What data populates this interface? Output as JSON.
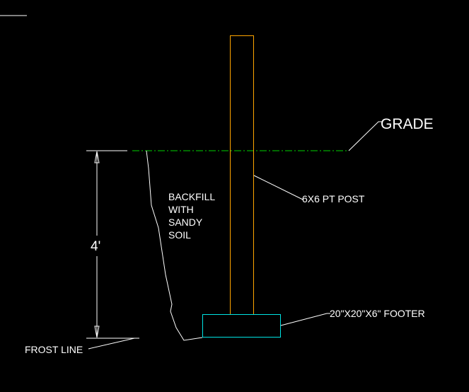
{
  "labels": {
    "grade": "GRADE",
    "post": "6X6 PT POST",
    "backfill": [
      "BACKFILL",
      "WITH",
      "SANDY",
      "SOIL"
    ],
    "dimension": "4'",
    "footer": "20\"X20\"X6\" FOOTER",
    "frost_line": "FROST LINE"
  },
  "colors": {
    "background": "#000000",
    "line": "#ffffff",
    "post": "#ffa500",
    "footer": "#00e5e5",
    "grade_line": "#00d000",
    "text": "#ffffff"
  }
}
